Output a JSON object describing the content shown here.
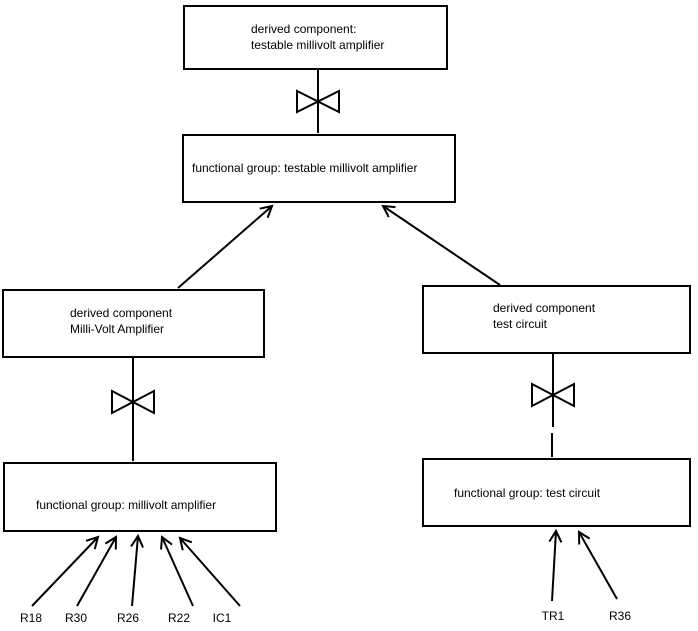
{
  "diagram": {
    "colors": {
      "line": "#000000",
      "background": "#ffffff",
      "text": "#000000"
    },
    "icons": {
      "transition_symbol": "bowtie-valve-icon",
      "arrowhead": "open-v-arrow"
    },
    "nodes": {
      "top_derived": {
        "line1": "derived component:",
        "line2": "testable millivolt amplifier"
      },
      "top_functional": {
        "label": "functional group: testable millivolt amplifier"
      },
      "left_derived": {
        "line1": "derived component",
        "line2": "Milli-Volt Amplifier"
      },
      "right_derived": {
        "line1": "derived component",
        "line2": "test circuit"
      },
      "left_functional": {
        "label": "functional group: millivolt amplifier"
      },
      "right_functional": {
        "label": "functional group: test circuit"
      }
    },
    "components_left": [
      "R18",
      "R30",
      "R26",
      "R22",
      "IC1"
    ],
    "components_right": [
      "TR1",
      "R36"
    ]
  }
}
